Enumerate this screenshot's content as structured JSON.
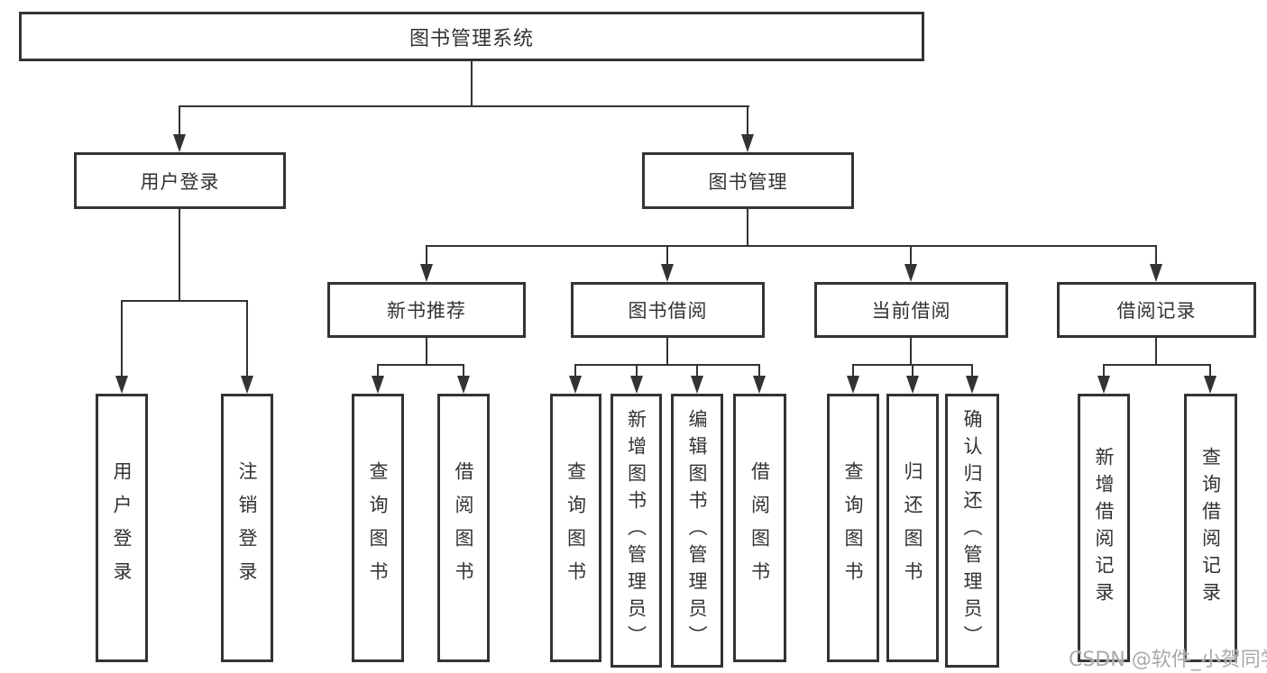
{
  "colors": {
    "line": "#333333",
    "text": "#333333",
    "box_bg": "#ffffff",
    "watermark": "#aaaaaa"
  },
  "diagram": {
    "root": {
      "label": "图书管理系统"
    },
    "level2": [
      {
        "label": "用户登录"
      },
      {
        "label": "图书管理"
      }
    ],
    "level3": [
      {
        "label": "新书推荐"
      },
      {
        "label": "图书借阅"
      },
      {
        "label": "当前借阅"
      },
      {
        "label": "借阅记录"
      }
    ],
    "leaves": [
      {
        "label": "用户登录"
      },
      {
        "label": "注销登录"
      },
      {
        "label": "查询图书"
      },
      {
        "label": "借阅图书"
      },
      {
        "label": "查询图书"
      },
      {
        "label": "新增图书（管理员）"
      },
      {
        "label": "编辑图书（管理员）"
      },
      {
        "label": "借阅图书"
      },
      {
        "label": "查询图书"
      },
      {
        "label": "归还图书"
      },
      {
        "label": "确认归还（管理员）"
      },
      {
        "label": "新增借阅记录"
      },
      {
        "label": "查询借阅记录"
      }
    ]
  },
  "watermark": {
    "text": "CSDN @软件_小贺同学"
  }
}
